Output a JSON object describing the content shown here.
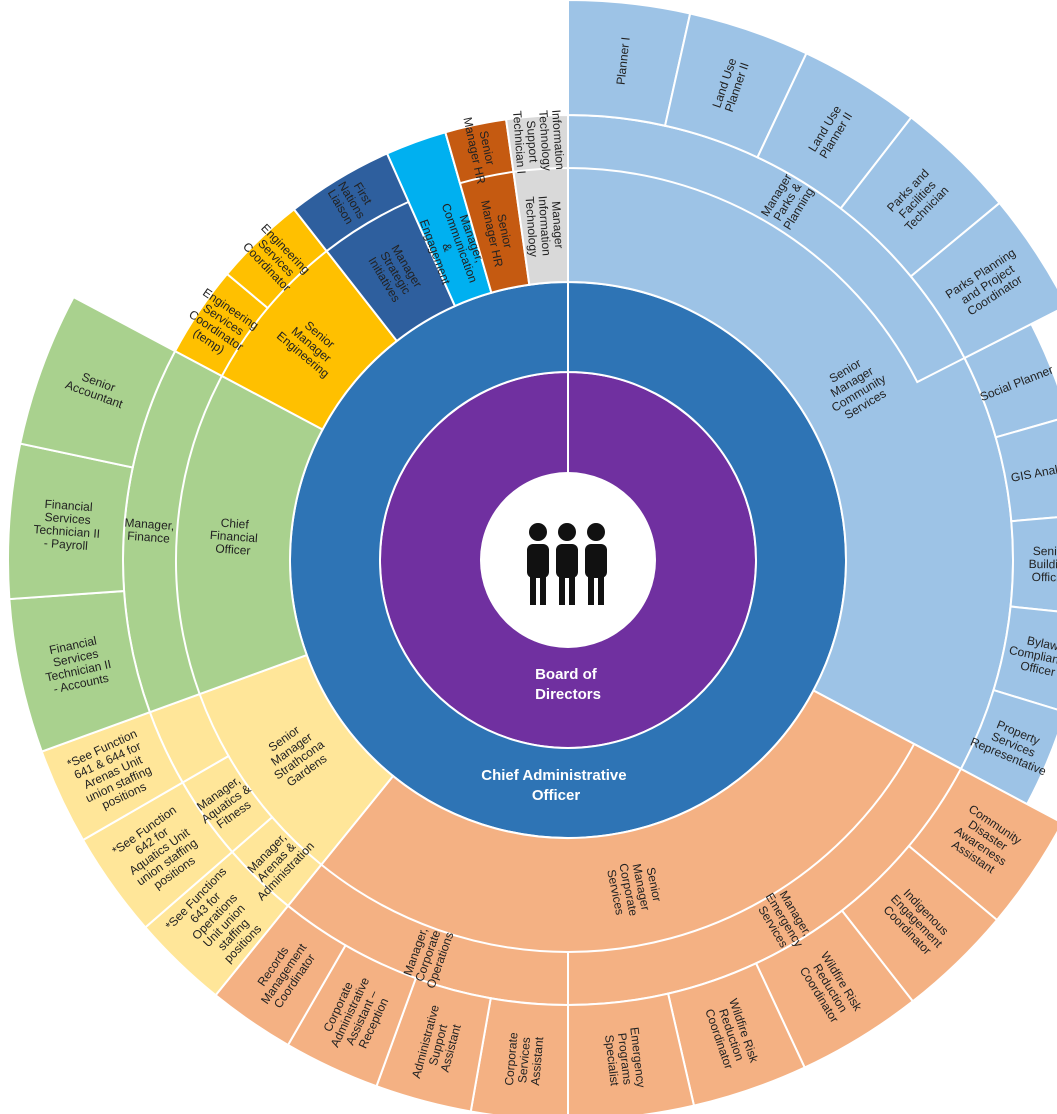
{
  "colors": {
    "board": "#7030a0",
    "cao": "#2e74b5",
    "community": "#9dc3e6",
    "corporate": "#f4b183",
    "strathcona": "#ffe699",
    "finance": "#a9d18e",
    "engineering": "#ffc000",
    "strategic": "#2e5f9e",
    "communication": "#00b0f0",
    "hr": "#c55a11",
    "it": "#d9d9d9"
  },
  "center_icon": "people-group-icon",
  "board": {
    "label": "Board of Directors"
  },
  "cao": {
    "label": "Chief Administrative Officer"
  },
  "tier2": [
    {
      "id": "community",
      "label": "Senior Manager Community Services",
      "color": "#9dc3e6",
      "a0": 0,
      "a1": 118
    },
    {
      "id": "corporate",
      "label": "Senior Manager Corporate Services",
      "color": "#f4b183",
      "a0": 118,
      "a1": 219
    },
    {
      "id": "strathcona",
      "label": "Senior Manager Strathcona Gardens",
      "color": "#ffe699",
      "a0": 219,
      "a1": 250
    },
    {
      "id": "cfo",
      "label": "Chief Financial Officer",
      "color": "#a9d18e",
      "a0": 250,
      "a1": 298
    },
    {
      "id": "engineering",
      "label": "Senior Manager Engineering",
      "color": "#ffc000",
      "a0": 298,
      "a1": 322
    },
    {
      "id": "strategic",
      "label": "Manager Strategic Initiatives",
      "color": "#2e5f9e",
      "a0": 322,
      "a1": 336
    },
    {
      "id": "communication",
      "label": "Manager, Communication & Engagement",
      "color": "#00b0f0",
      "a0": 336,
      "a1": 344
    },
    {
      "id": "hr",
      "label": "Senior Manager HR",
      "color": "#c55a11",
      "a0": 344,
      "a1": 352
    },
    {
      "id": "it",
      "label": "Manager Information Technology",
      "color": "#d9d9d9",
      "a0": 352,
      "a1": 360
    }
  ],
  "tier3": [
    {
      "label": "Manager Parks & Planning",
      "color": "#9dc3e6",
      "a0": 0,
      "a1": 63
    },
    {
      "label": "Manager, Emergency Services",
      "color": "#f4b183",
      "a0": 118,
      "a1": 180
    },
    {
      "label": "Manager, Corporate Operations",
      "color": "#f4b183",
      "a0": 180,
      "a1": 219
    },
    {
      "label": "Manager, Arenas & Administration",
      "color": "#ffe699",
      "a0": 219,
      "a1": 229
    },
    {
      "label": "Manager, Aquatics & Fitness",
      "color": "#ffe699",
      "a0": 229,
      "a1": 240
    },
    {
      "label": "",
      "color": "#ffe699",
      "a0": 240,
      "a1": 250
    },
    {
      "label": "Manager, Finance",
      "color": "#a9d18e",
      "a0": 250,
      "a1": 298
    },
    {
      "label": "Engineering Services Coordinator (temp)",
      "color": "#ffc000",
      "a0": 298,
      "a1": 310
    },
    {
      "label": "Engineering Services Coordinator",
      "color": "#ffc000",
      "a0": 310,
      "a1": 322
    },
    {
      "label": "First Nations Liaison",
      "color": "#2e5f9e",
      "a0": 322,
      "a1": 336
    },
    {
      "label": "Senior Manager HR",
      "color": "#c55a11",
      "a0": 344,
      "a1": 352
    },
    {
      "label": "Information Technology Support Technician I",
      "color": "#d9d9d9",
      "a0": 352,
      "a1": 360
    }
  ],
  "tier3_direct": [
    {
      "label": "Social Planner",
      "color": "#9dc3e6",
      "a0": 63,
      "a1": 74
    },
    {
      "label": "GIS Analyst",
      "color": "#9dc3e6",
      "a0": 74,
      "a1": 85
    },
    {
      "label": "Senior Building Official",
      "color": "#9dc3e6",
      "a0": 85,
      "a1": 96
    },
    {
      "label": "Bylaw Compliance Officer",
      "color": "#9dc3e6",
      "a0": 96,
      "a1": 107
    },
    {
      "label": "Property Services Representative",
      "color": "#9dc3e6",
      "a0": 107,
      "a1": 118
    }
  ],
  "tier4": [
    {
      "label": "Planner I",
      "color": "#9dc3e6",
      "a0": 0,
      "a1": 12.6
    },
    {
      "label": "Land Use Planner II",
      "color": "#9dc3e6",
      "a0": 12.6,
      "a1": 25.2
    },
    {
      "label": "Land Use Planner II",
      "color": "#9dc3e6",
      "a0": 25.2,
      "a1": 37.8
    },
    {
      "label": "Parks and Facilities Technician",
      "color": "#9dc3e6",
      "a0": 37.8,
      "a1": 50.4
    },
    {
      "label": "Parks Planning and Project Coordinator",
      "color": "#9dc3e6",
      "a0": 50.4,
      "a1": 63
    },
    {
      "label": "Community Disaster Awareness Assistant",
      "color": "#f4b183",
      "a0": 118,
      "a1": 130
    },
    {
      "label": "Indigenous Engagement Coordinator",
      "color": "#f4b183",
      "a0": 130,
      "a1": 142
    },
    {
      "label": "Wildfire Risk Reduction Coordinator",
      "color": "#f4b183",
      "a0": 142,
      "a1": 155
    },
    {
      "label": "Wildfire Risk Reduction Coordinator",
      "color": "#f4b183",
      "a0": 155,
      "a1": 167
    },
    {
      "label": "Emergency Programs Specialist",
      "color": "#f4b183",
      "a0": 167,
      "a1": 180
    },
    {
      "label": "Corporate Services Assistant",
      "color": "#f4b183",
      "a0": 180,
      "a1": 190
    },
    {
      "label": "Administrative Support Assistant",
      "color": "#f4b183",
      "a0": 190,
      "a1": 200
    },
    {
      "label": "Corporate Administrative Assistant – Reception",
      "color": "#f4b183",
      "a0": 200,
      "a1": 210
    },
    {
      "label": "Records Management Coordinator",
      "color": "#f4b183",
      "a0": 210,
      "a1": 219
    },
    {
      "label": "*See Functions 643 for Operations Unit union staffing positions",
      "color": "#ffe699",
      "a0": 219,
      "a1": 229
    },
    {
      "label": "*See Function 642 for Aquatics Unit union staffing positions",
      "color": "#ffe699",
      "a0": 229,
      "a1": 240
    },
    {
      "label": "*See Function 641 & 644 for Arenas Unit union staffing positions",
      "color": "#ffe699",
      "a0": 240,
      "a1": 250
    },
    {
      "label": "Financial Services Technician II - Accounts",
      "color": "#a9d18e",
      "a0": 250,
      "a1": 266
    },
    {
      "label": "Financial Services Technician II - Payroll",
      "color": "#a9d18e",
      "a0": 266,
      "a1": 282
    },
    {
      "label": "Senior Accountant",
      "color": "#a9d18e",
      "a0": 282,
      "a1": 298
    }
  ]
}
